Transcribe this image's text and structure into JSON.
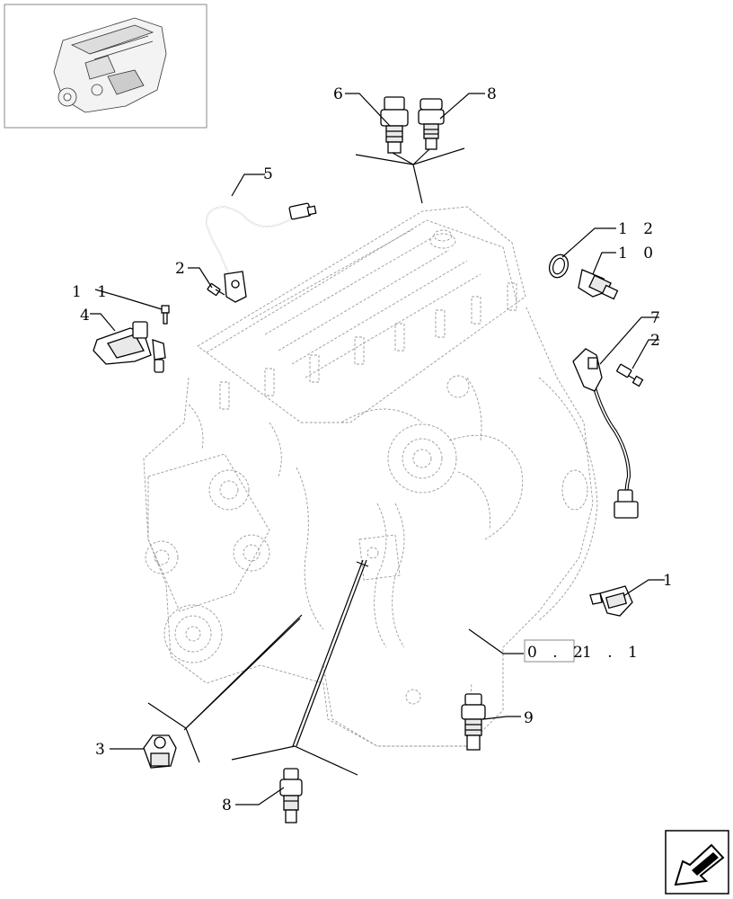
{
  "callouts": {
    "c1": "1",
    "c2a": "2",
    "c2b": "2",
    "c3": "3",
    "c4": "4",
    "c5": "5",
    "c6": "6",
    "c7": "7",
    "c8a": "8",
    "c8b": "8",
    "c9": "9",
    "c10": "1 0",
    "c11": "1 1",
    "c12": "1 2"
  },
  "reference": {
    "code_boxed": "0 . 2",
    "code_rest": "1 . 1"
  },
  "icons": {
    "thumbnail": "engine-thumbnail-icon",
    "navigation": "next-page-arrow-icon"
  }
}
